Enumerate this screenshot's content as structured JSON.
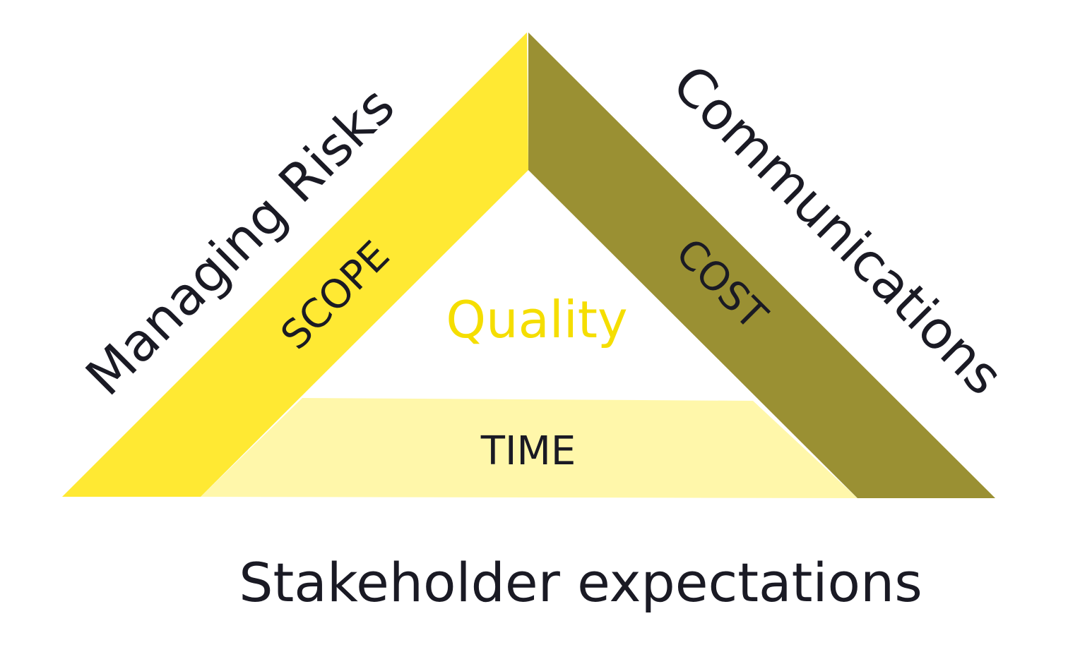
{
  "diagram": {
    "left_outer_label": "Managing Risks",
    "right_outer_label": "Communications",
    "bottom_outer_label": "Stakeholder expectations",
    "left_side_label": "SCOPE",
    "right_side_label": "COST",
    "base_label": "TIME",
    "center_label": "Quality"
  },
  "colors": {
    "scope": "#FFE933",
    "cost": "#9A9033",
    "time": "#FFF7AA",
    "quality": "#F5DE00",
    "text": "#1A1A24"
  }
}
